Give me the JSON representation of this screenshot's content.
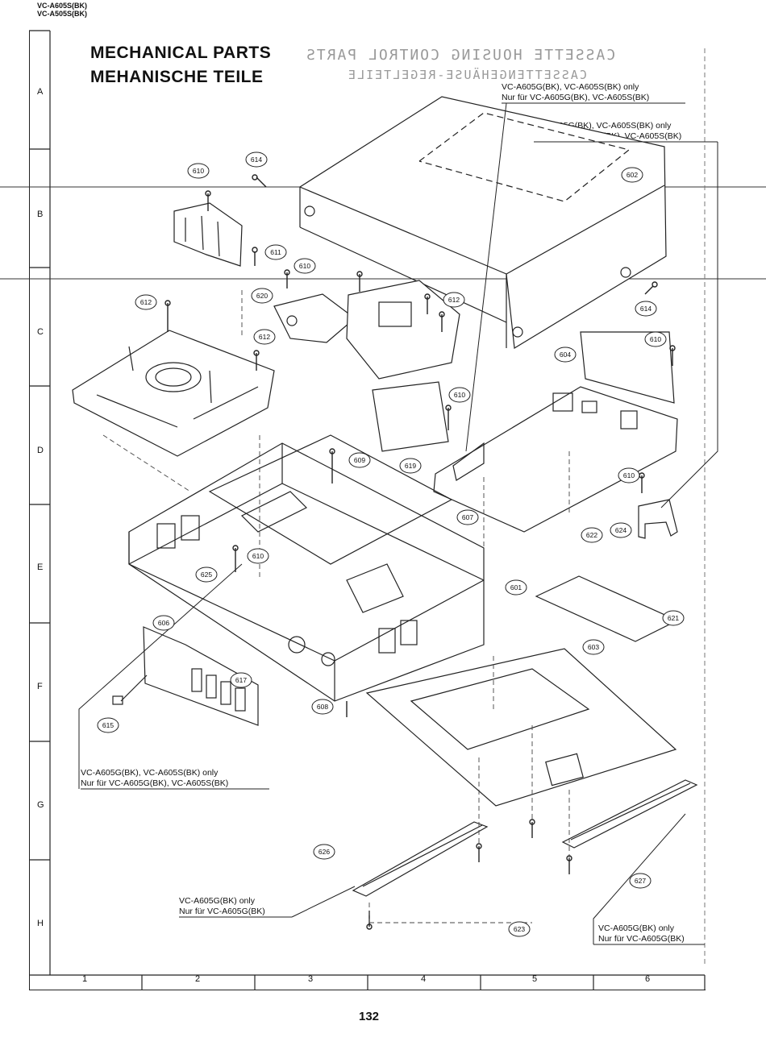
{
  "header": {
    "model_line1": "VC-A605S(BK)",
    "model_line2": "VC-A505S(BK)"
  },
  "title": {
    "en": "MECHANICAL PARTS",
    "de": "MEHANISCHE TEILE"
  },
  "mirrored": {
    "line1": "CASSETTE HOUSING CONTROL PARTS",
    "line2": "CASSETTENGEHÄUSE-REGELTEILE"
  },
  "notes": [
    {
      "id": "n1",
      "line1": "VC-A605G(BK), VC-A605S(BK) only",
      "line2": "Nur für VC-A605G(BK), VC-A605S(BK)"
    },
    {
      "id": "n2",
      "line1": "VC-A605G(BK), VC-A605S(BK) only",
      "line2": "Nur für VC-A605G(BK), VC-A605S(BK)"
    },
    {
      "id": "n3",
      "line1": "VC-A605G(BK), VC-A605S(BK) only",
      "line2": "Nur für VC-A605G(BK), VC-A605S(BK)"
    },
    {
      "id": "n4",
      "line1": "VC-A605G(BK) only",
      "line2": "Nur für VC-A605G(BK)"
    },
    {
      "id": "n5",
      "line1": "VC-A605G(BK) only",
      "line2": "Nur für VC-A605G(BK)"
    }
  ],
  "rows": [
    "A",
    "B",
    "C",
    "D",
    "E",
    "F",
    "G",
    "H"
  ],
  "cols": [
    "1",
    "2",
    "3",
    "4",
    "5",
    "6"
  ],
  "callouts": [
    "610",
    "614",
    "602",
    "611",
    "610",
    "620",
    "612",
    "612",
    "614",
    "612",
    "610",
    "604",
    "610",
    "619",
    "609",
    "610",
    "607",
    "622",
    "624",
    "610",
    "625",
    "601",
    "621",
    "606",
    "603",
    "617",
    "608",
    "615",
    "626",
    "627",
    "623"
  ],
  "page_number": "132"
}
